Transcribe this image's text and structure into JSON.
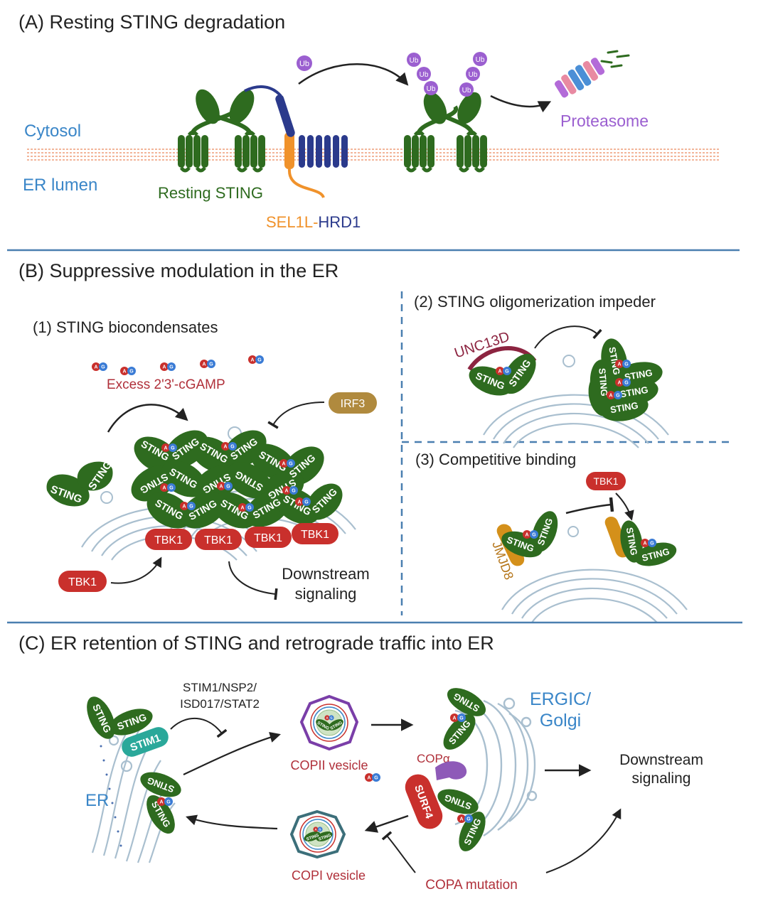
{
  "colors": {
    "sting_green": "#2e6b1f",
    "sting_dark": "#1f4f14",
    "label_blue": "#3a86c8",
    "hrd1_blue": "#2b3a8c",
    "sel1l_orange": "#f0922b",
    "tbk1_red": "#c9302c",
    "irf3_brown": "#b08a3e",
    "ub_purple": "#9b5fd0",
    "dark_red_text": "#b0303a",
    "divider": "#4a7fb0"
  },
  "panel_a": {
    "title": "(A) Resting STING degradation",
    "cytosol": "Cytosol",
    "er_lumen": "ER lumen",
    "resting_sting": "Resting STING",
    "sel1l": "SEL1L",
    "hyphen": "-",
    "hrd1": "HRD1",
    "ub": "Ub",
    "proteasome": "Proteasome"
  },
  "panel_b": {
    "title": "(B) Suppressive modulation in the ER",
    "sub1": "(1) STING biocondensates",
    "sub2": "(2) STING oligomerization impeder",
    "sub3": "(3) Competitive binding",
    "excess": "Excess 2'3'-cGAMP",
    "irf3": "IRF3",
    "tbk1": "TBK1",
    "sting": "STING",
    "downstream_1": "Downstream",
    "downstream_2": "signaling",
    "unc13d": "UNC13D",
    "jmjd8": "JMJD8",
    "cgamp_a": "A",
    "cgamp_g": "G"
  },
  "panel_c": {
    "title": "(C) ER retention of STING and retrograde traffic into ER",
    "stim_1": "STIM1/NSP2/",
    "stim_2": "ISD017/STAT2",
    "stim1": "STIM1",
    "er": "ER",
    "copii": "COPII vesicle",
    "copi": "COPI vesicle",
    "ergic_1": "ERGIC/",
    "ergic_2": "Golgi",
    "copa": "COPα",
    "surf4": "SURF4",
    "copa_mutation": "COPA mutation",
    "downstream_1": "Downstream",
    "downstream_2": "signaling"
  }
}
